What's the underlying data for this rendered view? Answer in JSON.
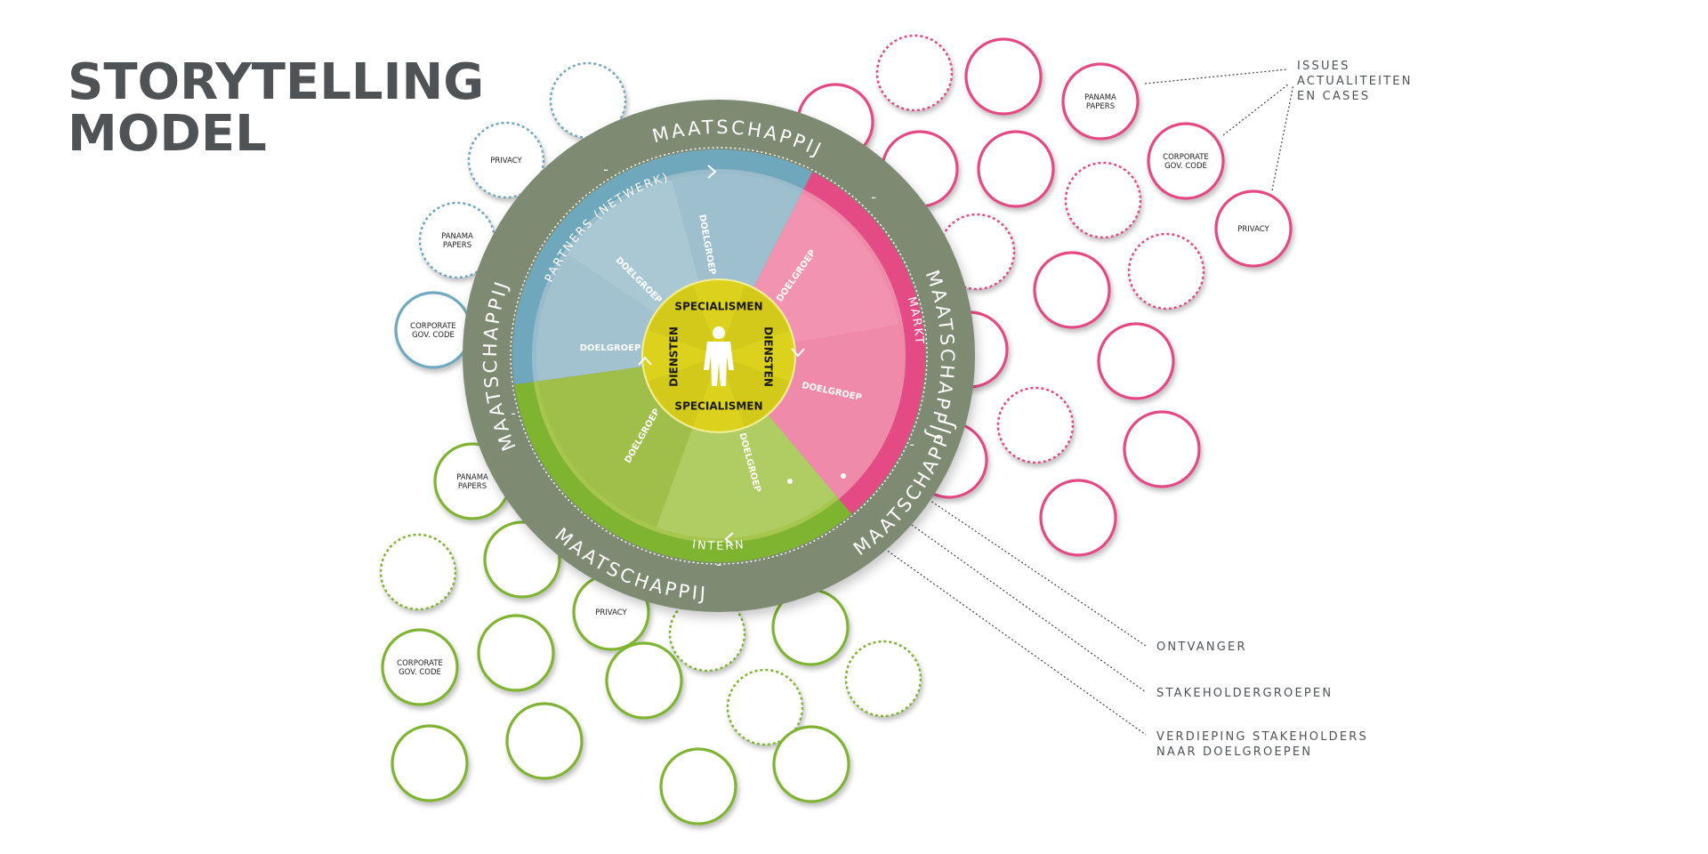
{
  "title": {
    "line1": "STORYTELLING",
    "line2": "MODEL"
  },
  "colors": {
    "ring": "#7e8b72",
    "blue": "#6fa8bd",
    "blue_light": "#98bccb",
    "pink": "#e44a83",
    "pink_light": "#f08aab",
    "green": "#7fb431",
    "green_light": "#a6c64e",
    "yellow": "#dcd21e",
    "yellow_dark": "#cbc119",
    "dark_text": "#505356",
    "label_text": "#505356"
  },
  "ring_text": {
    "top": "MAATSCHAPPIJ",
    "right": "MAATSCHAPPIJ",
    "lower_right": "MAATSCHAPPIJ",
    "bottom": "MAATSCHAPPIJ",
    "left": "MAATSCHAPPIJ"
  },
  "sectors": {
    "blue": "PARTNERS (NETWERK)",
    "pink": "MARKT",
    "green": "INTERN"
  },
  "doelgroep": "DOELGROEP",
  "core": {
    "top": "SPECIALISMEN",
    "bottom": "SPECIALISMEN",
    "left": "DIENSTEN",
    "right": "DIENSTEN"
  },
  "bubbles": {
    "panama_papers": "PANAMA\nPAPERS",
    "corporate_gov_code": "CORPORATE\nGOV. CODE",
    "privacy": "PRIVACY"
  },
  "annotations": {
    "issues": "ISSUES\nACTUALITEITEN\nEN CASES",
    "ontvanger": "ONTVANGER",
    "stakeholdergroepen": "STAKEHOLDERGROEPEN",
    "verdieping": "VERDIEPING STAKEHOLDERS\nNAAR DOELGROEPEN"
  }
}
